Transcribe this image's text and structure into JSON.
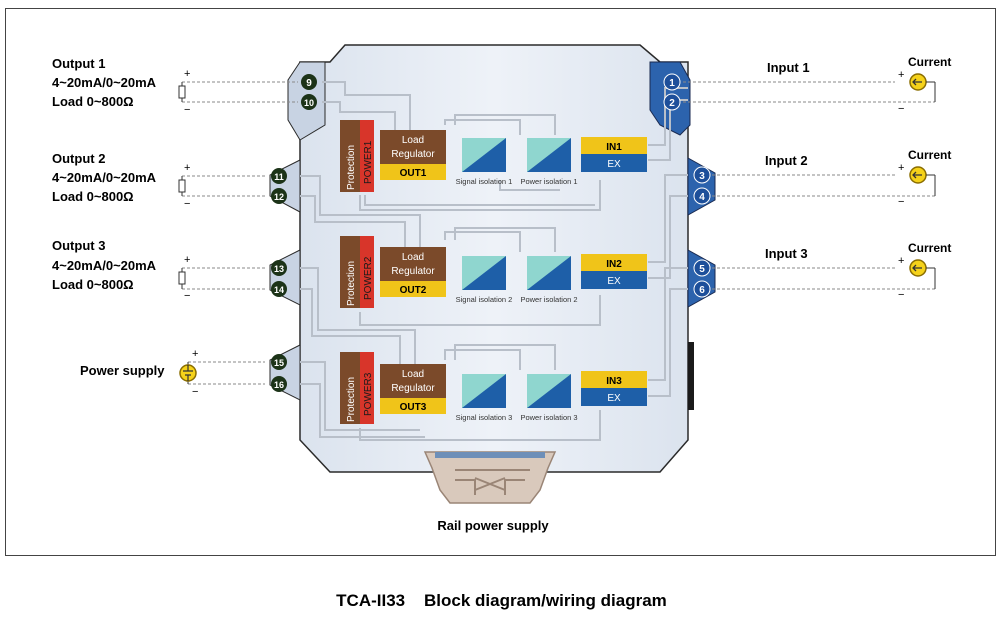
{
  "outputs": [
    {
      "title": "Output 1",
      "range": "4~20mA/0~20mA",
      "load": "Load 0~800Ω",
      "plus": "+",
      "minus": "−",
      "terminals": [
        "9",
        "10"
      ]
    },
    {
      "title": "Output 2",
      "range": "4~20mA/0~20mA",
      "load": "Load 0~800Ω",
      "plus": "+",
      "minus": "−",
      "terminals": [
        "11",
        "12"
      ]
    },
    {
      "title": "Output 3",
      "range": "4~20mA/0~20mA",
      "load": "Load 0~800Ω",
      "plus": "+",
      "minus": "−",
      "terminals": [
        "13",
        "14"
      ]
    }
  ],
  "power": {
    "label": "Power supply",
    "plus": "+",
    "minus": "−",
    "terminals": [
      "15",
      "16"
    ]
  },
  "inputs": [
    {
      "title": "Input 1",
      "source": "Current",
      "plus": "+",
      "minus": "−",
      "terminals": [
        "1",
        "2"
      ]
    },
    {
      "title": "Input 2",
      "source": "Current",
      "plus": "+",
      "minus": "−",
      "terminals": [
        "3",
        "4"
      ]
    },
    {
      "title": "Input 3",
      "source": "Current",
      "plus": "+",
      "minus": "−",
      "terminals": [
        "5",
        "6"
      ]
    }
  ],
  "channels": [
    {
      "protection": "Protection",
      "power": "POWER1",
      "load_regulator": [
        "Load",
        "Regulator"
      ],
      "out": "OUT1",
      "signal_isolation": "Signal isolation 1",
      "power_isolation": "Power isolation 1",
      "in": "IN1",
      "ex": "EX"
    },
    {
      "protection": "Protection",
      "power": "POWER2",
      "load_regulator": [
        "Load",
        "Regulator"
      ],
      "out": "OUT2",
      "signal_isolation": "Signal isolation 2",
      "power_isolation": "Power isolation 2",
      "in": "IN2",
      "ex": "EX"
    },
    {
      "protection": "Protection",
      "power": "POWER3",
      "load_regulator": [
        "Load",
        "Regulator"
      ],
      "out": "OUT3",
      "signal_isolation": "Signal isolation 3",
      "power_isolation": "Power isolation 3",
      "in": "IN3",
      "ex": "EX"
    }
  ],
  "rail_label": "Rail power supply",
  "caption": "TCA-II33    Block diagram/wiring diagram",
  "colors": {
    "brown": "#7b4a2a",
    "red": "#d8352a",
    "yellow": "#f0c419",
    "blue": "#1e5fa8",
    "teal": "#8fd6cf",
    "terminal_dark": "#1c3318",
    "terminal_blue": "#1d4f9a",
    "body": "#e6ecf4"
  }
}
